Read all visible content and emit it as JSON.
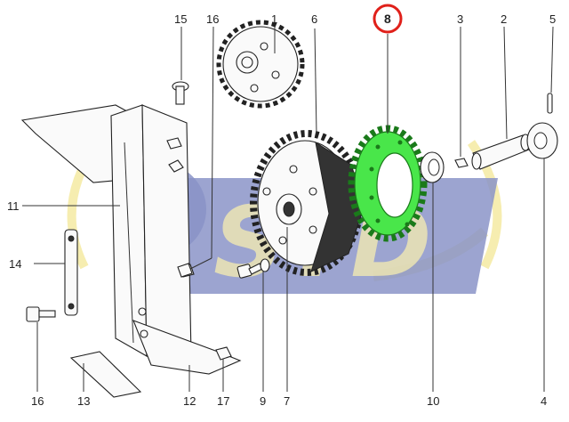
{
  "colors": {
    "highlight_part": "#49e64a",
    "highlight_circle": "#e0201a",
    "watermark_blue": "#2a3c9a",
    "watermark_yellow": "#f0e070",
    "line": "#333333"
  },
  "callouts": {
    "c15": "15",
    "c16_top": "16",
    "c1": "1",
    "c6": "6",
    "c8": "8",
    "c3": "3",
    "c2": "2",
    "c5": "5",
    "c11": "11",
    "c14": "14",
    "c16_bottom": "16",
    "c13": "13",
    "c12": "12",
    "c17": "17",
    "c9": "9",
    "c7": "7",
    "c10": "10",
    "c4": "4"
  },
  "highlighted_callout": "8",
  "watermark_text": "STD"
}
